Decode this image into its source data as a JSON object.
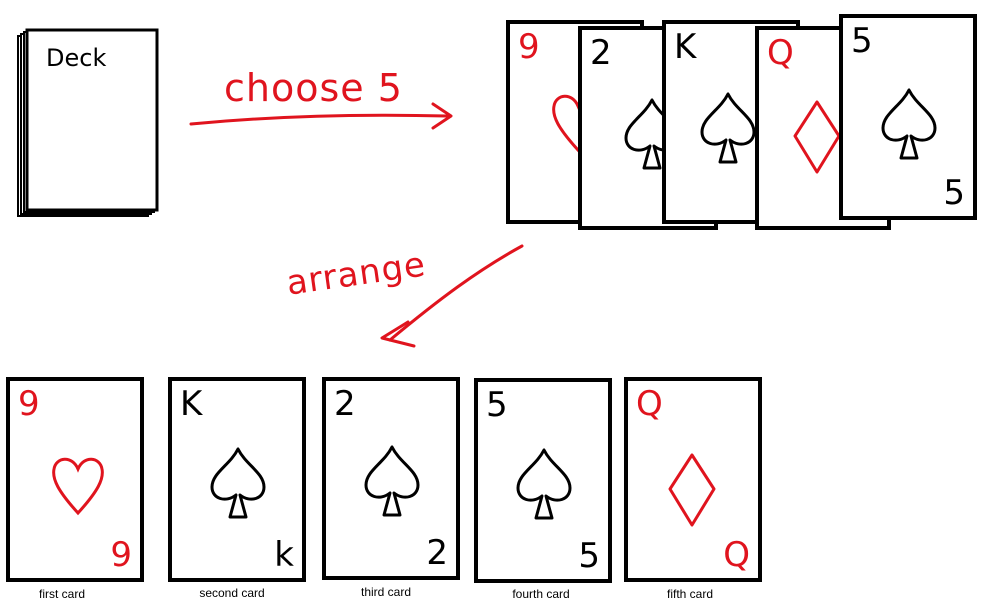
{
  "deck": {
    "label": "Deck"
  },
  "arrows": {
    "choose_label": "choose 5",
    "arrange_label": "arrange"
  },
  "colors": {
    "red": "#e0141e",
    "black": "#000000"
  },
  "fan": [
    {
      "rank": "9",
      "suit": "heart",
      "color": "red"
    },
    {
      "rank": "2",
      "suit": "spade",
      "color": "black"
    },
    {
      "rank": "K",
      "suit": "spade",
      "color": "black"
    },
    {
      "rank": "Q",
      "suit": "diamond",
      "color": "red"
    },
    {
      "rank": "5",
      "suit": "spade",
      "color": "black",
      "corner": "5"
    }
  ],
  "row": [
    {
      "rank": "9",
      "corner": "9",
      "suit": "heart",
      "color": "red",
      "caption": "first card"
    },
    {
      "rank": "K",
      "corner": "k",
      "suit": "spade",
      "color": "black",
      "caption": "second card"
    },
    {
      "rank": "2",
      "corner": "2",
      "suit": "spade",
      "color": "black",
      "caption": "third card"
    },
    {
      "rank": "5",
      "corner": "5",
      "suit": "spade",
      "color": "black",
      "caption": "fourth card"
    },
    {
      "rank": "Q",
      "corner": "Q",
      "suit": "diamond",
      "color": "red",
      "caption": "fifth card"
    }
  ]
}
